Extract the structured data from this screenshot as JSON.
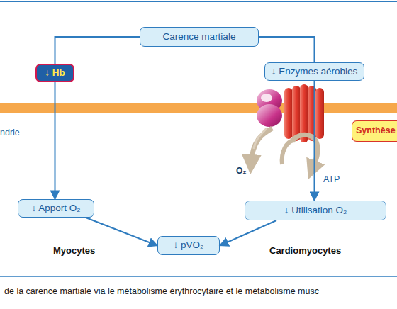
{
  "diagram": {
    "caption": "de la carence martiale via le métabolisme érythrocytaire et le métabolisme musc",
    "nodes": [
      {
        "text": [
          "Carence martiale"
        ]
      },
      {
        "text": [
          "↓ Hb"
        ]
      },
      {
        "text": [
          "↓ Enzymes aérobies"
        ]
      },
      {
        "text": [
          "Synthèse"
        ]
      },
      {
        "text": [
          "↓ Apport O₂"
        ]
      },
      {
        "text": [
          "↓ Utilisation O₂"
        ]
      },
      {
        "text": [
          "↓ pVO₂"
        ]
      }
    ],
    "edges": [
      {
        "from": 0,
        "to": 1,
        "arrow": "none"
      },
      {
        "from": 1,
        "to": 4,
        "arrow": "to"
      },
      {
        "from": 0,
        "to": 2,
        "arrow": "none"
      },
      {
        "from": 2,
        "to": 5,
        "arrow": "to"
      },
      {
        "from": 4,
        "to": 6,
        "arrow": "to"
      },
      {
        "from": 5,
        "to": 6,
        "arrow": "to"
      }
    ],
    "labels": [
      "ndrie",
      "O₂",
      "ATP",
      "Myocytes",
      "Cardiomyocytes"
    ]
  }
}
